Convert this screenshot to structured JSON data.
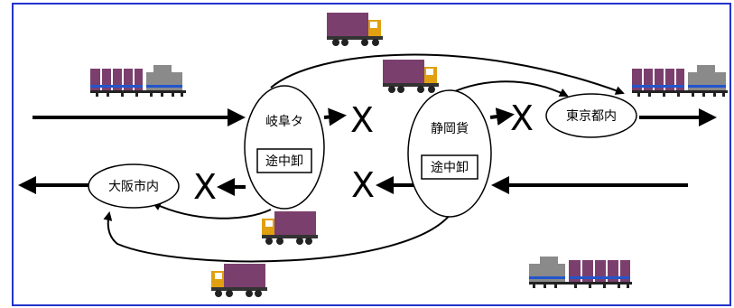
{
  "nodes": {
    "gifu": {
      "name": "岐阜タ",
      "tag": "途中卸"
    },
    "shizuoka": {
      "name": "静岡貨",
      "tag": "途中卸"
    },
    "tokyo": {
      "name": "東京都内"
    },
    "osaka": {
      "name": "大阪市内"
    }
  },
  "symbols": {
    "blocked": "X"
  },
  "colors": {
    "frame_border": "#2233cc",
    "arrow": "#000000",
    "truck_cargo": "#7b3f6e",
    "truck_cab": "#e0a010",
    "train_wagon": "#7b3f6e",
    "train_container": "#8a8a8a",
    "train_blue": "#2255cc"
  },
  "icons": [
    "truck-icon",
    "freight-train-icon"
  ]
}
